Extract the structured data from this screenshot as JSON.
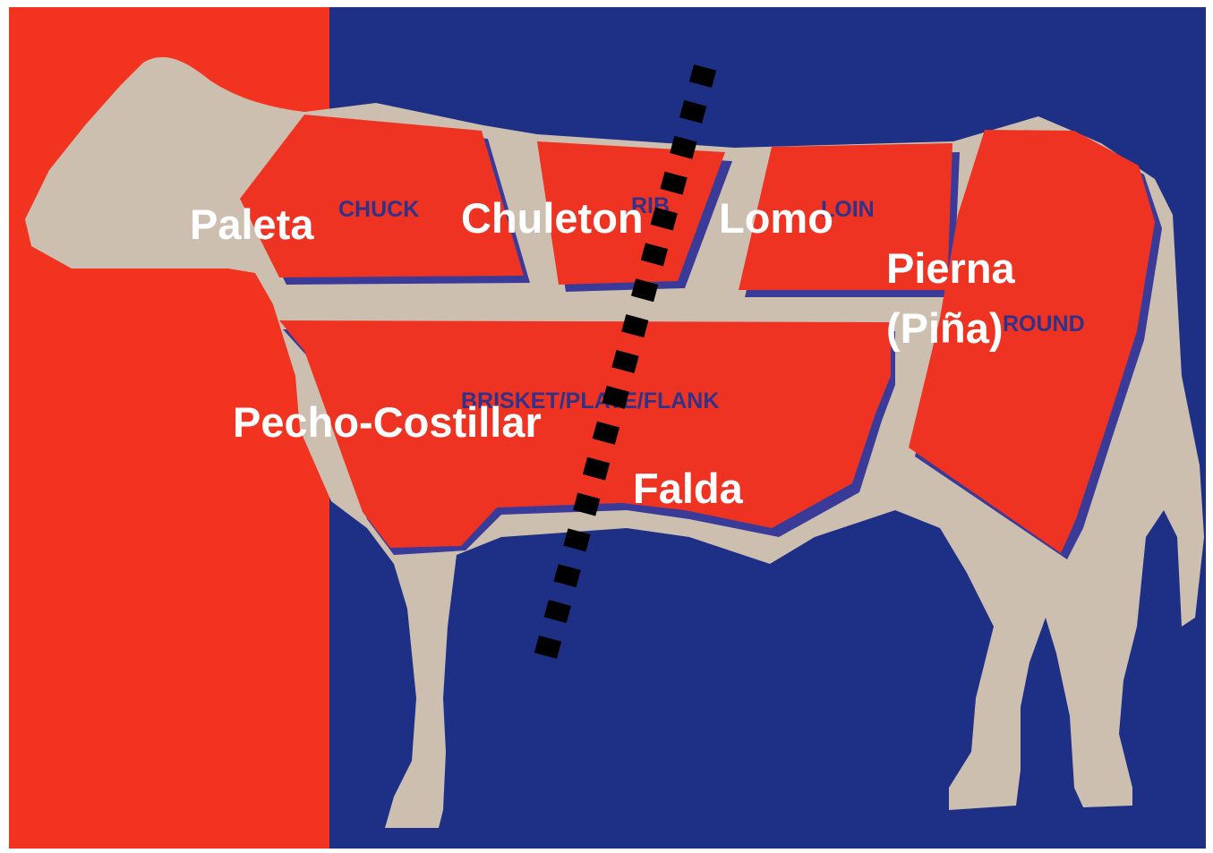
{
  "diagram": {
    "colors": {
      "left_panel": "#f2331f",
      "right_panel": "#1e2f86",
      "cow_body": "#cdbfb0",
      "cut": "#ee3322",
      "cut_shadow": "#3a3a98",
      "dotted_line": "#000000",
      "label_white": "#ffffff"
    },
    "english_cut_labels": {
      "chuck": "CHUCK",
      "rib": "RIB",
      "loin": "LOIN",
      "round": "ROUND",
      "brisket": "BRISKET/PLATE/FLANK"
    },
    "spanish_labels": {
      "paleta": "Paleta",
      "chuleton": "Chuleton",
      "lomo": "Lomo",
      "pierna_line1": "Pierna",
      "pierna_line2": "(Piña)",
      "pecho": "Pecho-Costillar",
      "falda": "Falda"
    }
  }
}
